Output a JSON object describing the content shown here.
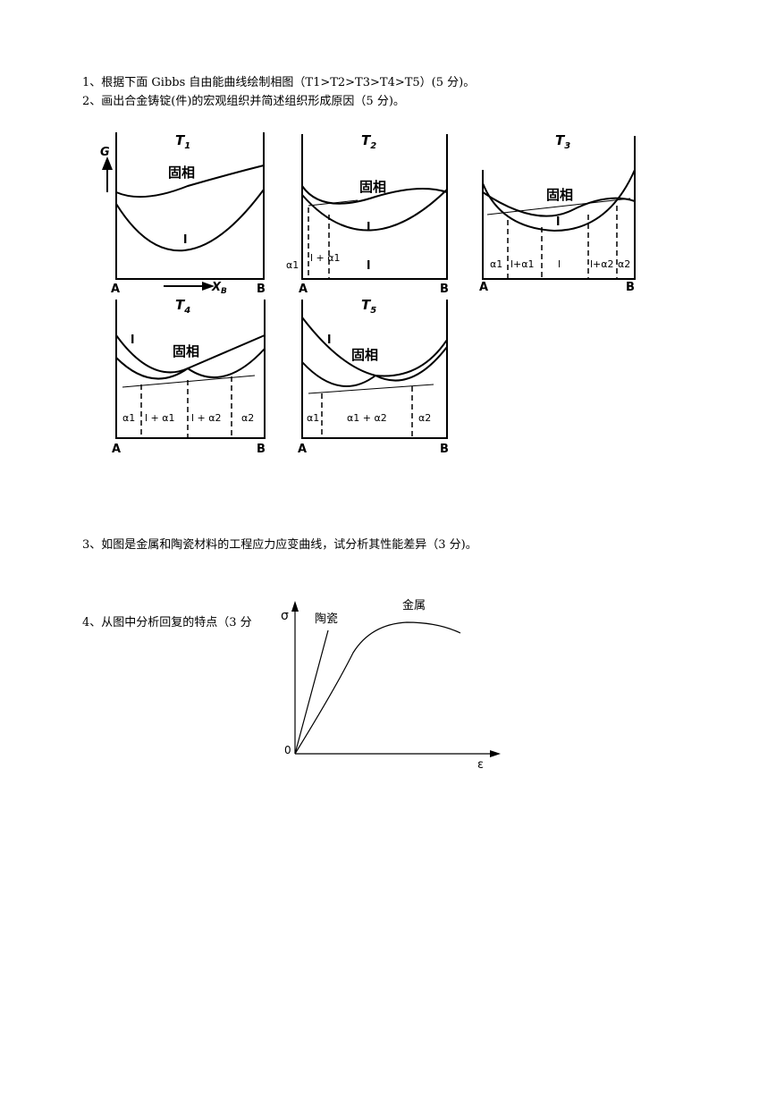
{
  "questions": {
    "q1": "1、根据下面 Gibbs 自由能曲线绘制相图（T1>T2>T3>T4>T5）(5 分)。",
    "q2": "2、画出合金铸锭(件)的宏观组织并简述组织形成原因（5 分)。",
    "q3": "3、如图是金属和陶瓷材料的工程应力应变曲线，试分析其性能差异（3 分)。",
    "q4": "4、从图中分析回复的特点（3 分"
  },
  "gibbs_figure": {
    "axis_g": "G",
    "axis_xb": "X",
    "axis_xb_sub": "B",
    "left_label": "A",
    "right_label": "B",
    "solid_label": "固相",
    "liquid_label": "l",
    "panels": [
      {
        "title": "T",
        "sub": "1"
      },
      {
        "title": "T",
        "sub": "2",
        "phases": [
          "α1",
          "l + α1",
          "l"
        ]
      },
      {
        "title": "T",
        "sub": "3",
        "phases": [
          "α1",
          "l+α1",
          "l",
          "l+α2",
          "α2"
        ]
      },
      {
        "title": "T",
        "sub": "4",
        "phases": [
          "α1",
          "l + α1",
          "l + α2",
          "α2"
        ]
      },
      {
        "title": "T",
        "sub": "5",
        "phases": [
          "α1",
          "α1 + α2",
          "α2"
        ]
      }
    ]
  },
  "stress_strain_figure": {
    "y_label": "σ",
    "x_label": "ε",
    "origin": "0",
    "ceramic_label": "陶瓷",
    "metal_label": "金属"
  }
}
